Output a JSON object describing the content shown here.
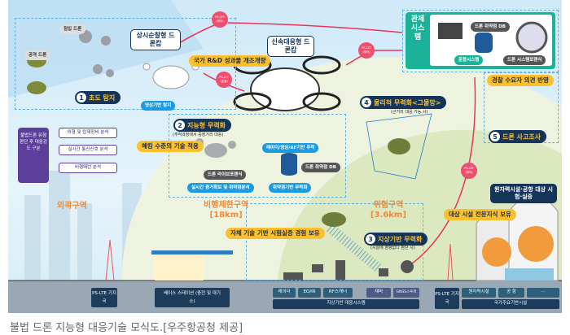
{
  "zone1": {
    "intruder_label": "침입 드론",
    "attack_label": "공격 드론",
    "callout": "상시순찰형 드론캅",
    "step_num": "1",
    "step_label": "초도 탐지",
    "detect": "영상기반 탐지"
  },
  "rnd": "국가 R&D 성과물 개조개량",
  "lte_bubbles": [
    {
      "t": "PS-LTE",
      "s": "(제어)"
    },
    {
      "t": "PS-LTE",
      "s": "(호출)"
    },
    {
      "t": "PS-LTE",
      "s": "(제어)"
    },
    {
      "t": "PS-LTE",
      "s": "(제어)"
    }
  ],
  "center": {
    "callout": "신속대응형 드론캅",
    "step_num": "2",
    "step_label": "지능형 무력화",
    "step_note": "(추적과정에서 중장거리 대응)",
    "hacking": "해킹 수준의 기술 적용",
    "tracking": "레이더/영상/RF기반 추적",
    "db": "드론 취약점 DB",
    "live_forensic": "드론 라이브포렌식",
    "evidence": "실시간 증거확보 및 취약점분석",
    "neutralize": "취약점기반 무력화"
  },
  "analysis": {
    "judge": "불법드론 유형 판단 후 대응강도 구분",
    "items": [
      "외형 및 탑재장비 분석",
      "실시간 통신신호 분석",
      "비행패턴 분석"
    ]
  },
  "zones": {
    "outer": "외곽구역",
    "restricted": "비행제한구역",
    "restricted_km": "[18km]",
    "danger": "위험구역",
    "danger_km": "[3.6km]"
  },
  "own_tech": "자체 기술 기반 시험실증 경험 보유",
  "step3": {
    "num": "3",
    "label": "지상기반 무력화",
    "note": "(시설에 영향없다 판단 시)"
  },
  "step4": {
    "num": "4",
    "label": "물리적 무력화<그물망>",
    "note": "(근거리 대응 가능 시)"
  },
  "control": {
    "title": "관제시스템",
    "db": "드론 취약점 DB",
    "ops": "운용시스템",
    "forensic": "드론 시스템포렌식"
  },
  "police": "경찰 수요자 의견 반영",
  "step5": {
    "num": "5",
    "label": "드론 사고조사"
  },
  "facility": {
    "callout": "원자력시설·공항 대상 시험·실증",
    "expertise": "대상 시설 전문지식 보유"
  },
  "ground": {
    "lte1": "PS-LTE 기지국",
    "base": "베이스 스테이션 (충전 및 대기소)",
    "sensors": [
      "레이더",
      "EO/IR",
      "RF스캐너",
      "재머",
      "GNSS스푸퍼"
    ],
    "ground_system": "지상기반 대응시스템",
    "lte2": "PS-LTE 기지국",
    "facilities": [
      "원자력시설",
      "공 항",
      "···"
    ],
    "national": "국가주요기반시설"
  },
  "caption": "불법 드론 지능형 대응기술 모식도.[우주항공청 제공]",
  "colors": {
    "accent": "#fbc02d",
    "navy": "#15345a",
    "lte": "#ef4f6e",
    "teal": "#1ab39a"
  }
}
